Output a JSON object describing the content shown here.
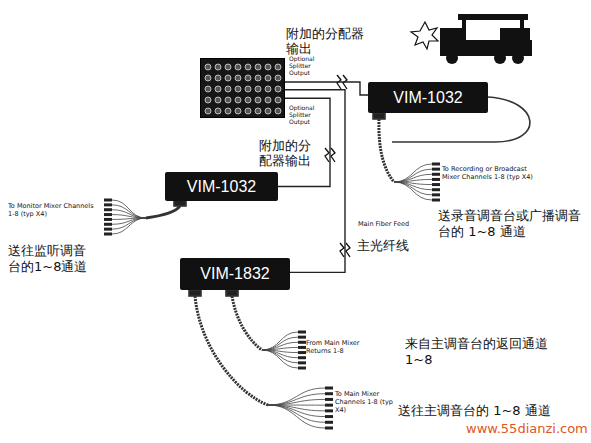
{
  "diagram": {
    "nodes": [
      {
        "text": [
          "附加的分配器输出",
          "Optional Splitter Output",
          "Optional Splitter Output",
          "附加的分配器输出"
        ]
      },
      {
        "text": [
          "VIM-1032"
        ]
      },
      {
        "text": [
          "VIM-1032"
        ]
      },
      {
        "text": [
          "VIM-1832"
        ]
      }
    ],
    "edges": [
      {
        "from": 0,
        "to": 1,
        "arrow": "none"
      },
      {
        "from": 0,
        "to": 2,
        "arrow": "none"
      },
      {
        "from": 0,
        "to": 3,
        "label": "Main Fiber Feed",
        "arrow": "none"
      }
    ],
    "labels": [
      "To Monitor Mixer Channels 1-8 (typ X4)",
      "送往监听调音台的1~8通道",
      "主光纤线",
      "To Recording or Broadcast Mixer Channels 1-8 (typ X4)",
      "送录音调音台或广播调音台的 1~8 通道",
      "From Main Mixer Returns 1-8",
      "来自主调音台的返回通道 1~8",
      "To Main Mixer Channels 1-8 (typ X4)",
      "送往主调音台的 1~8 通道",
      "www.55dianzi.com"
    ]
  }
}
